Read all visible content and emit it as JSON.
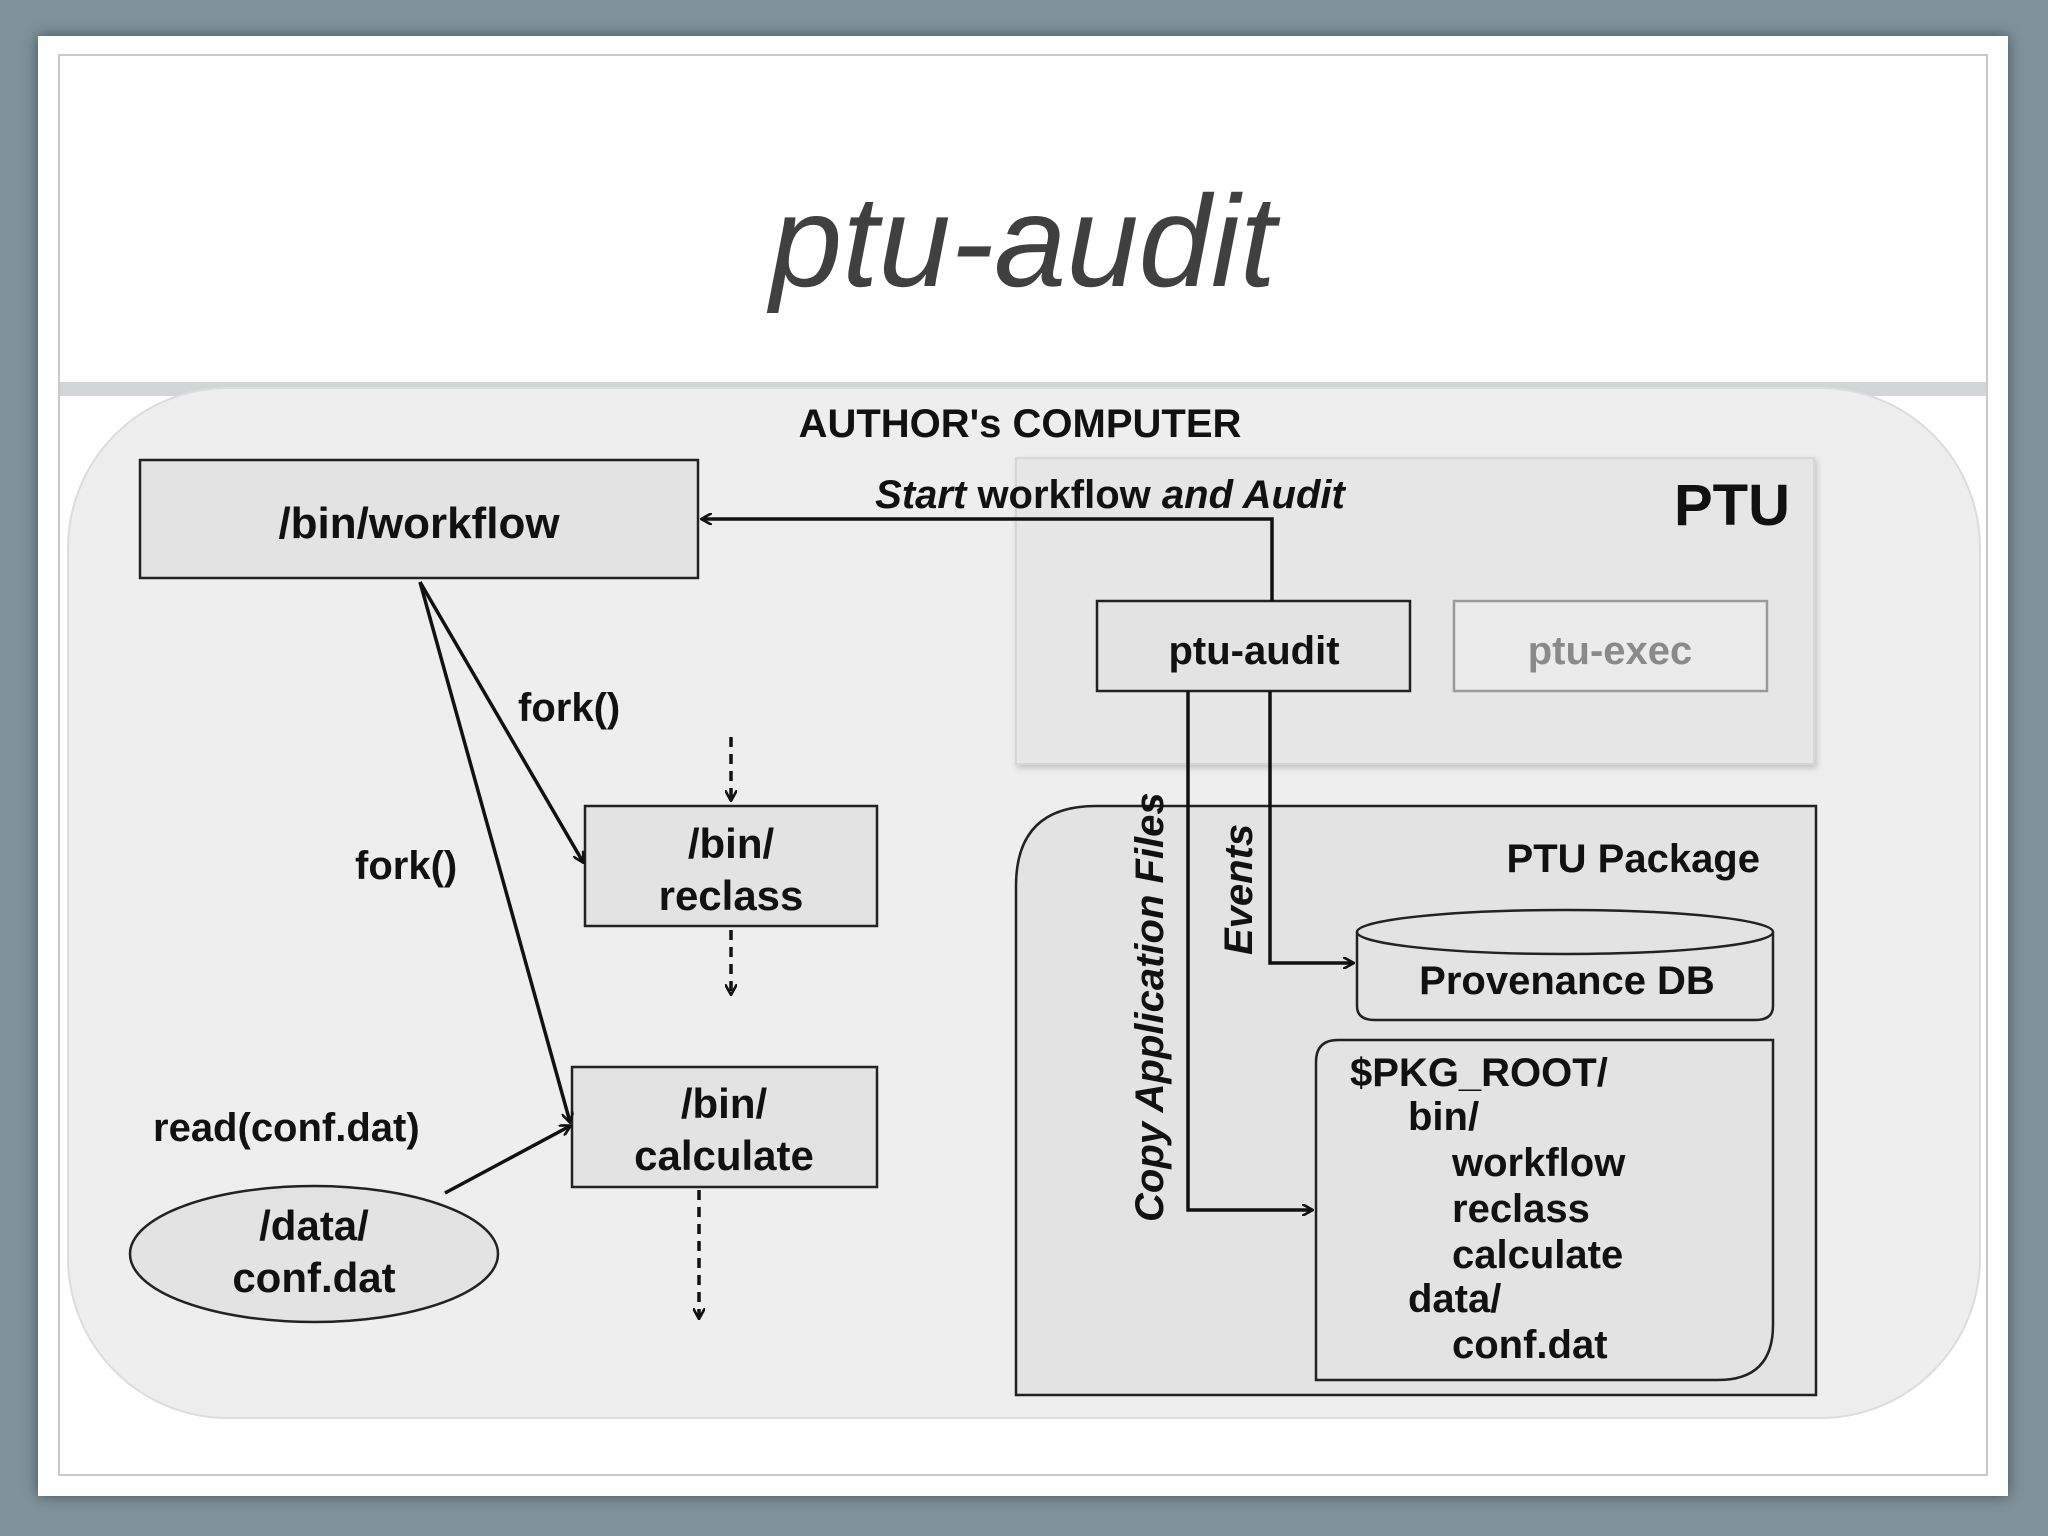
{
  "title": "ptu-audit",
  "labels": {
    "computer": "AUTHOR's COMPUTER",
    "ptu": "PTU",
    "ptu_audit": "ptu-audit",
    "ptu_exec": "ptu-exec",
    "workflow": "/bin/workflow",
    "reclass_1": "/bin/",
    "reclass_2": "reclass",
    "calculate_1": "/bin/",
    "calculate_2": "calculate",
    "data_1": "/data/",
    "data_2": "conf.dat",
    "fork_upper": "fork()",
    "fork_lower": "fork()",
    "read": "read(conf.dat)",
    "start_italic_1": "Start",
    "start_normal": "workflow",
    "start_italic_2": "and Audit",
    "copy_files": "Copy Application Files",
    "events": "Events",
    "package": "PTU Package",
    "provenance": "Provenance DB"
  },
  "pkg_tree": [
    "$PKG_ROOT/",
    "bin/",
    "workflow",
    "reclass",
    "calculate",
    "data/",
    "conf.dat"
  ],
  "colors": {
    "background": "#7f929c",
    "box_fill": "#e3e3e3",
    "ptu_region": "#e6e6e6",
    "muted_text": "#8a8a8a"
  }
}
